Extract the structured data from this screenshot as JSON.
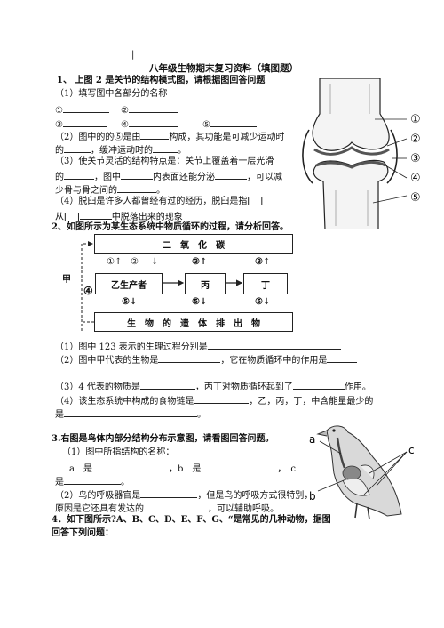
{
  "mark": "|",
  "title": "八年级生物期末复习资料（填图题）",
  "q1": {
    "heading": "1、 上图 2 是关节的结构模式图，请根据图回答问题",
    "s1": "（1）填写图中各部分的名称",
    "c1": "①",
    "c2": "②",
    "c3": "③",
    "c4": "④",
    "c5": "⑤",
    "s2a": "（2）图中的的⑤是由",
    "s2b": "构成，其功能是可减少运动时",
    "s2c": "的",
    "s2d": "，缓冲运动时的",
    "s2e": "。",
    "s3a": "（3）使关节灵活的结构特点是：关节上覆盖着一层光滑",
    "s3b": "的",
    "s3c": "，图中",
    "s3d": "内表面还能分泌",
    "s3e": "，可以减",
    "s3f": "少骨与骨之间的",
    "s3g": "。",
    "s4a": "（4）脱臼是许多人都曾经有过的经历，脱臼是指[　]",
    "s4b": "从[　]",
    "s4c": "中脱落出来的现象",
    "fig_labels": [
      "①",
      "②",
      "③",
      "④",
      "⑤"
    ]
  },
  "q2": {
    "heading": "2、如图所示为某生态系统中物质循环的过程，请分析回答。",
    "box_top": "二　氧　化　碳",
    "box_yi": "乙生产者",
    "box_bing": "丙",
    "box_ding": "丁",
    "box_bottom": "生　物　的　遗　体　排　出　物",
    "jia": "甲",
    "n1": "①↑",
    "n2": "②",
    "n2arrow": "↓",
    "n3a": "③↑",
    "n3b": "③↑",
    "n4": "④",
    "n5a": "⑤↓",
    "n5b": "⑤↓",
    "n5c": "⑤↓",
    "s1": "（1）图中 123 表示的生理过程分别是",
    "s2a": "（2）图中甲代表的生物是",
    "s2b": "，它在物质循环中的作用是",
    "s3a": "（3）4 代表的物质是",
    "s3b": "，丙丁对物质循环起到了",
    "s3c": "作用。",
    "s4a": "（4）该生态系统中构成的食物链是",
    "s4b": "，乙，丙，丁，中含能量最少的",
    "s4c": "是",
    "s4d": "。"
  },
  "q3": {
    "heading": "3.右图是鸟体内部分结构分布示意图，请看图回答问题。",
    "s1": "（1）图中所指结构的名称：",
    "s1a": "a　是",
    "s1b": "，b　是",
    "s1c": "，　c",
    "s1d": "是",
    "s1e": "。",
    "s2a": "（2）鸟的呼吸器官是",
    "s2b": "，但是鸟的呼吸方式很特别，",
    "s2c": "原因是它还具有发达的",
    "s2d": "，可以辅助呼吸。",
    "labels": [
      "a",
      "b",
      "c"
    ]
  },
  "q4": {
    "heading": "4．如下图所示?A、B、C、D、E、F、G、“是常见的几种动物，据图",
    "heading2": "回答下列问题："
  }
}
